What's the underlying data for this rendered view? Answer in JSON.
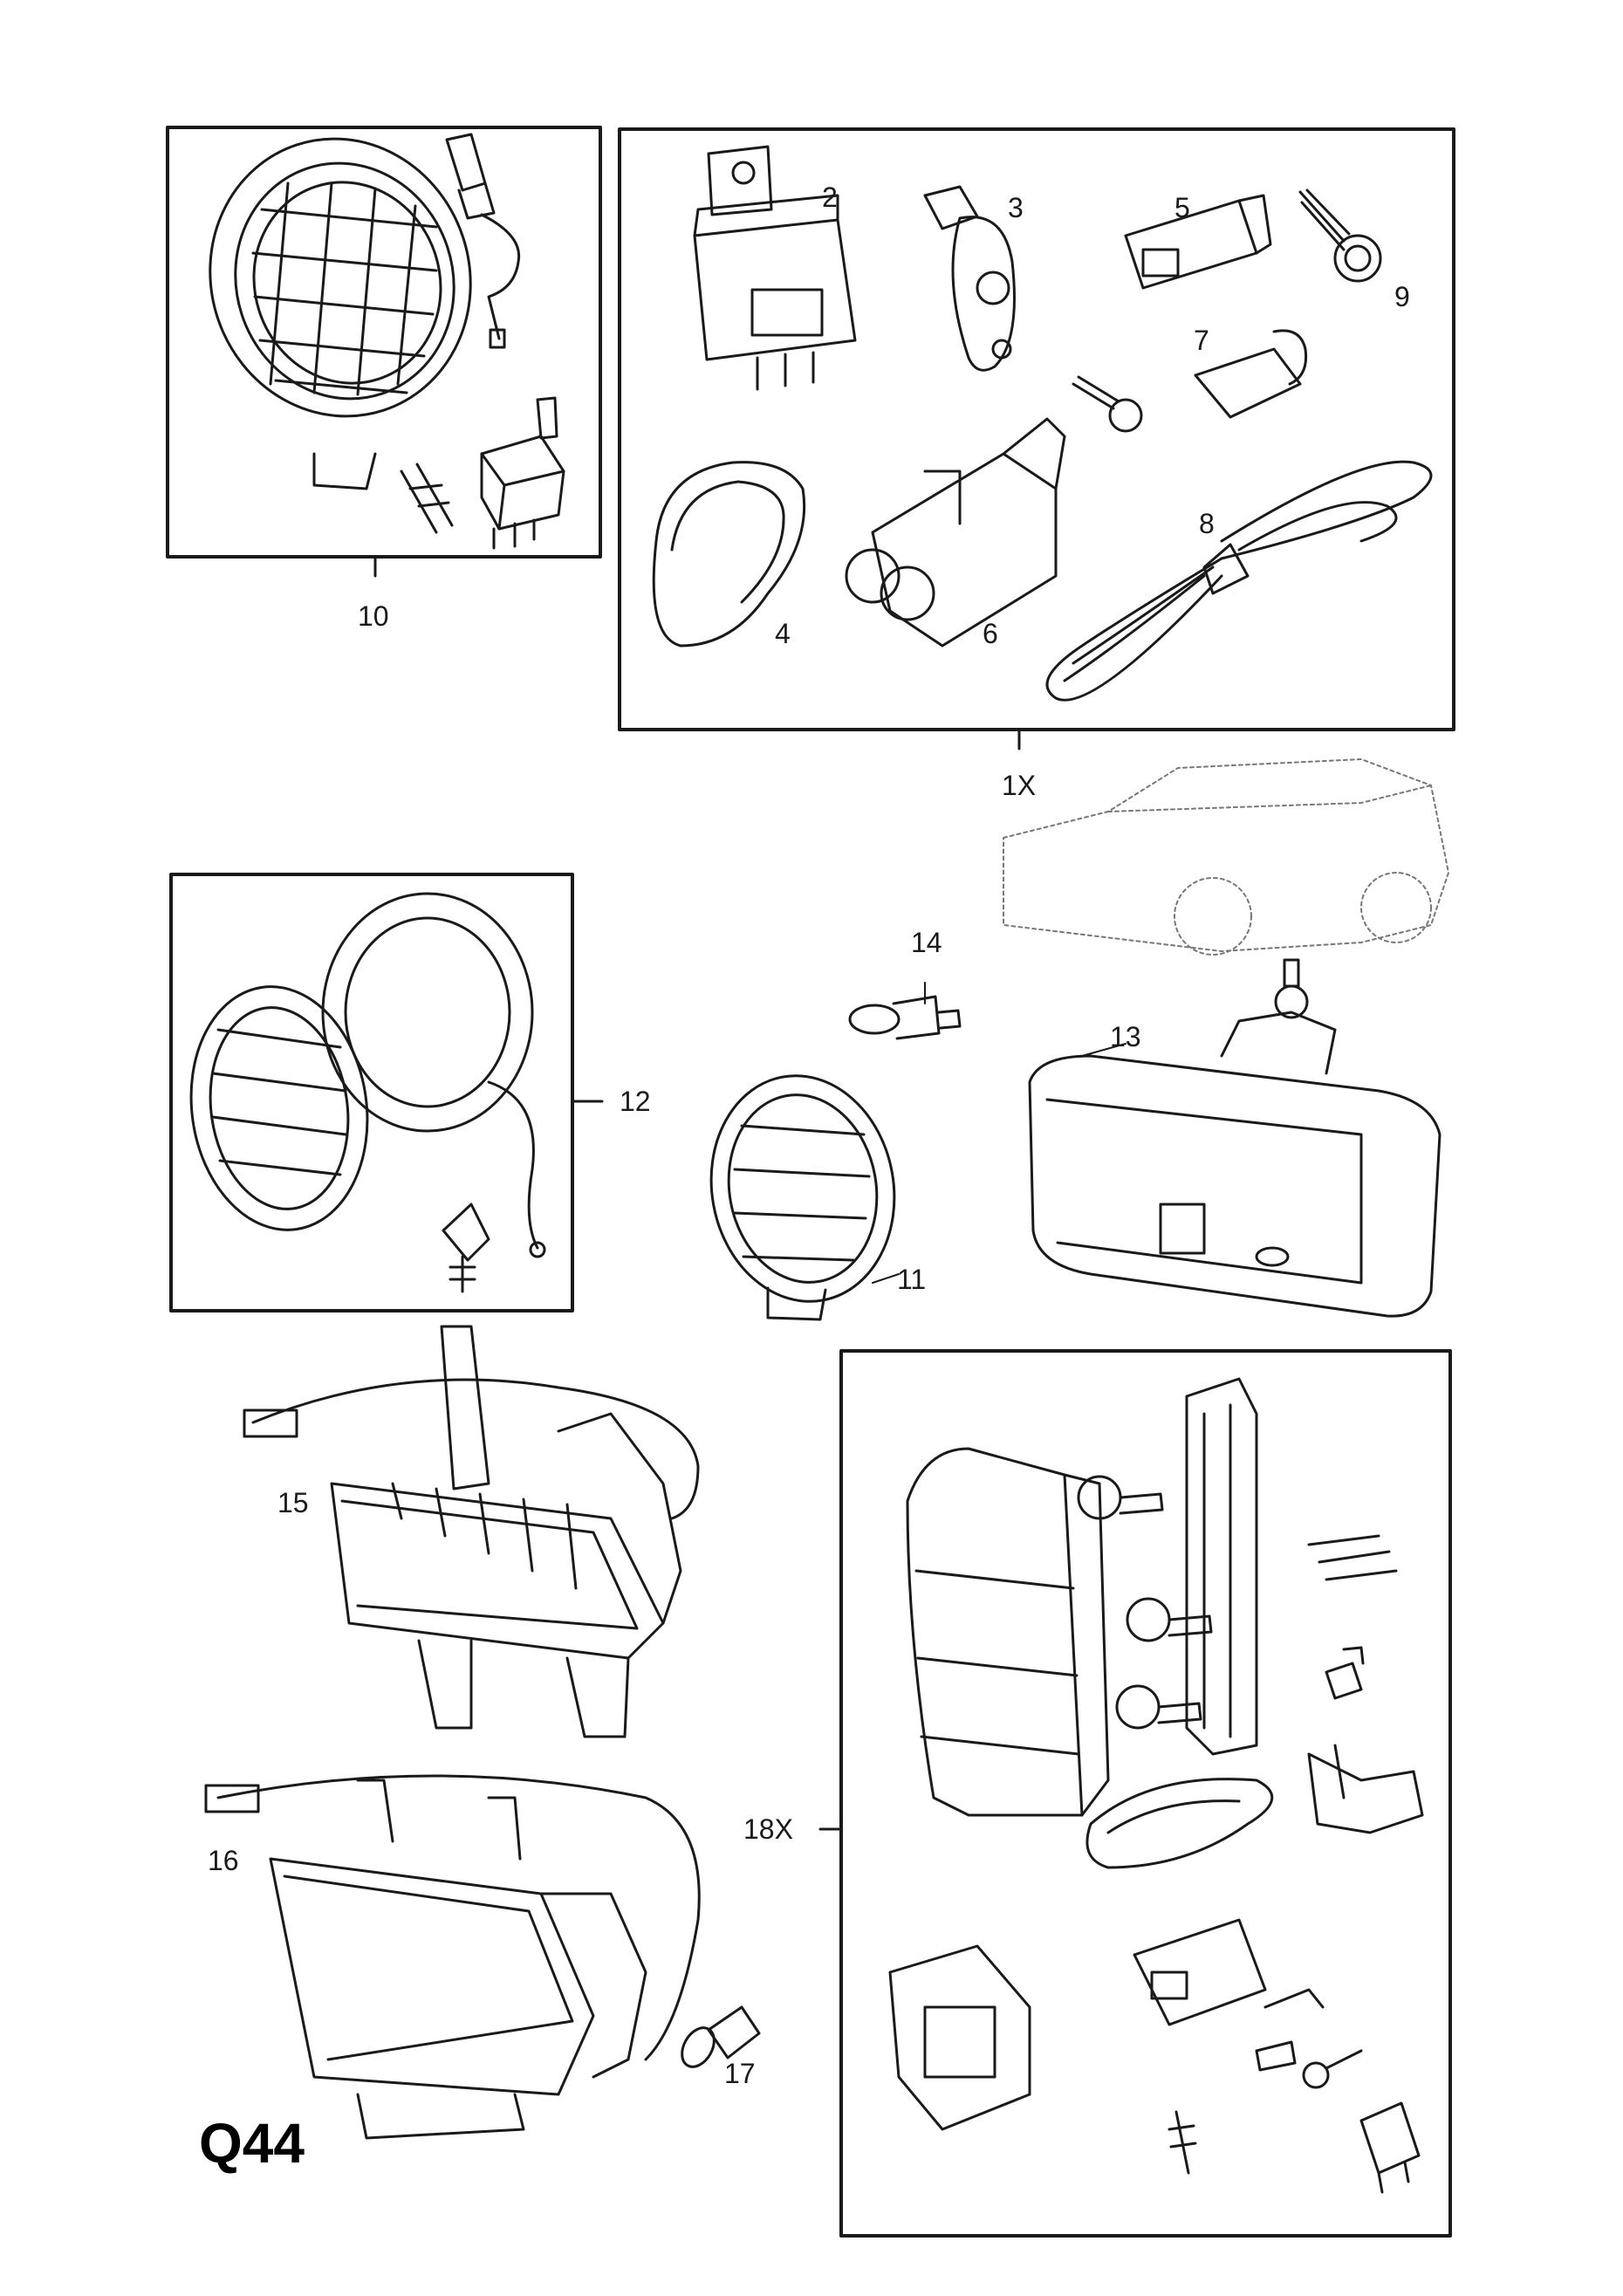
{
  "page_code": "Q44",
  "callouts": {
    "c2": "2",
    "c3": "3",
    "c4": "4",
    "c5": "5",
    "c6": "6",
    "c7": "7",
    "c8": "8",
    "c9": "9",
    "c10": "10",
    "c1x": "1X",
    "c11": "11",
    "c12": "12",
    "c13": "13",
    "c14": "14",
    "c15": "15",
    "c16": "16",
    "c17": "17",
    "c18x": "18X"
  }
}
